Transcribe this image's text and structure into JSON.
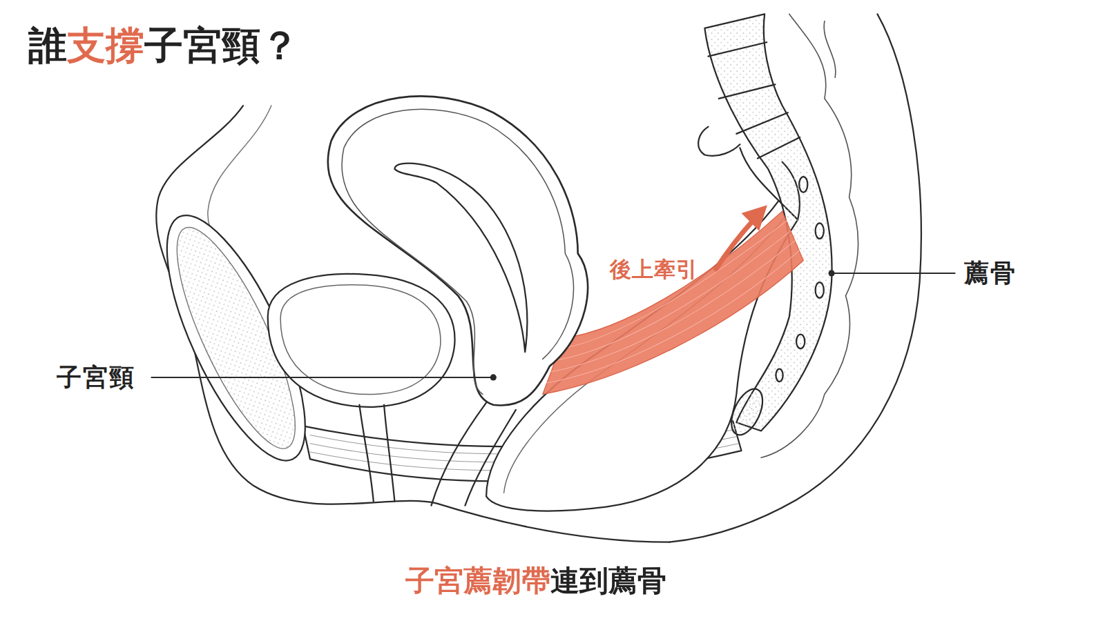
{
  "diagram": {
    "title": "誰支撐子宮頸？",
    "caption": "子宮薦韌帶連到薦骨",
    "labels": [
      "子宮頸",
      "後上牽引",
      "薦骨"
    ]
  }
}
